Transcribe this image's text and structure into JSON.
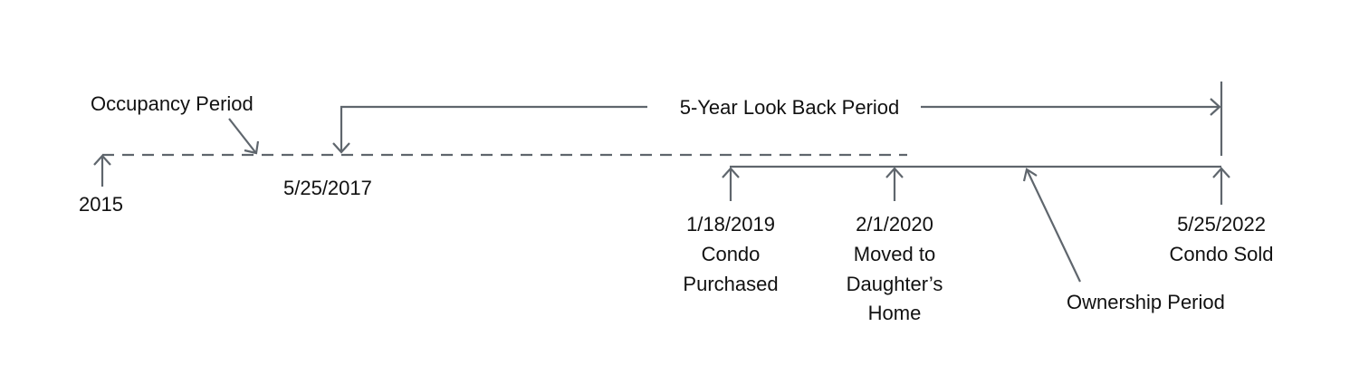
{
  "line_color": "#5f666d",
  "occupancy": {
    "label": "Occupancy Period",
    "start": "2015",
    "lookback_start": "5/25/2017"
  },
  "lookback": {
    "label": "5-Year Look Back Period"
  },
  "events": [
    {
      "date": "1/18/2019",
      "lines": [
        "Condo",
        "Purchased"
      ]
    },
    {
      "date": "2/1/2020",
      "lines": [
        "Moved to",
        "Daughter’s",
        "Home"
      ]
    },
    {
      "date": "5/25/2022",
      "lines": [
        "Condo Sold"
      ]
    }
  ],
  "ownership": {
    "label": "Ownership Period"
  }
}
